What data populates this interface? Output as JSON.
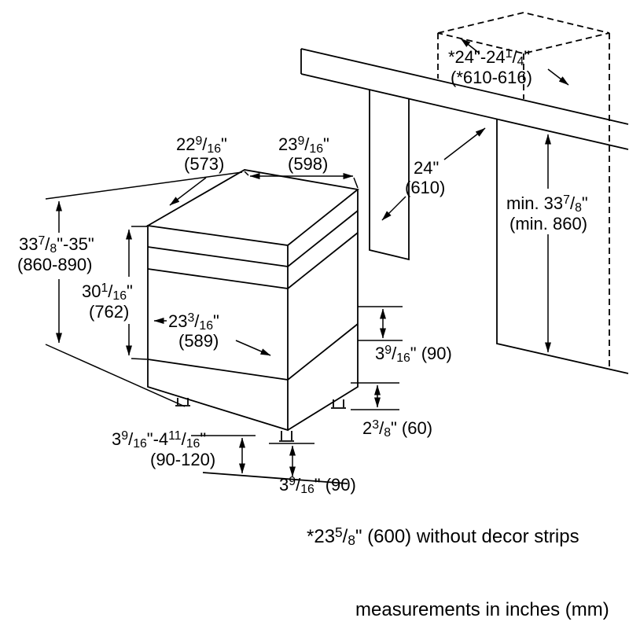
{
  "diagram": {
    "background_color": "#ffffff",
    "line_color": "#000000",
    "subject": "dishwasher installation niche dimensions",
    "dimensions": {
      "opening_width": {
        "inches": "*24\"-24 1/4\"",
        "mm": "(*610-616)"
      },
      "top_depth": {
        "inches": "22 9/16\"",
        "mm": "(573)"
      },
      "top_width": {
        "inches": "23 9/16\"",
        "mm": "(598)"
      },
      "niche_depth": {
        "inches": "24\"",
        "mm": "(610)"
      },
      "niche_min_height": {
        "inches": "min. 33 7/8\"",
        "mm": "(min. 860)"
      },
      "appliance_height_range": {
        "inches": "33 7/8\"-35\"",
        "mm": "(860-890)"
      },
      "front_panel_height": {
        "inches": "30 1/16\"",
        "mm": "(762)"
      },
      "front_width": {
        "inches": "23 3/16\"",
        "mm": "(589)"
      },
      "base_height_rear": {
        "label": "3 9/16\" (90)"
      },
      "base_inset": {
        "label": "2 3/8\" (60)"
      },
      "leveling_range": {
        "inches": "3 9/16\"-4 11/16\"",
        "mm": "(90-120)"
      },
      "base_height_front": {
        "label": "3 9/16\" (90)"
      }
    },
    "footnote": "*23 5/8\" (600) without decor strips",
    "units_note": "measurements in inches (mm)"
  }
}
